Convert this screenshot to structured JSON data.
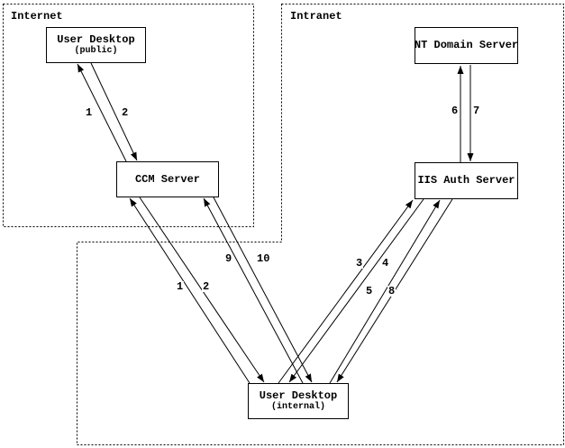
{
  "diagram": {
    "description": "Authentication flow diagram between Internet and Intranet zones"
  },
  "zones": {
    "internet": {
      "label": "Internet"
    },
    "intranet": {
      "label": "Intranet"
    }
  },
  "nodes": {
    "user_desktop_public": {
      "title": "User Desktop",
      "subtitle": "(public)"
    },
    "ccm_server": {
      "title": "CCM Server"
    },
    "nt_domain_server": {
      "title": "NT Domain Server"
    },
    "iis_auth_server": {
      "title": "IIS Auth Server"
    },
    "user_desktop_internal": {
      "title": "User Desktop",
      "subtitle": "(internal)"
    }
  },
  "flow_labels": {
    "a1": "1",
    "a2": "2",
    "b1": "1",
    "b2": "2",
    "c9": "9",
    "c10": "10",
    "d3": "3",
    "d4": "4",
    "e5": "5",
    "e8": "8",
    "f6": "6",
    "f7": "7"
  },
  "colors": {
    "ink": "#000000",
    "background": "#ffffff"
  }
}
